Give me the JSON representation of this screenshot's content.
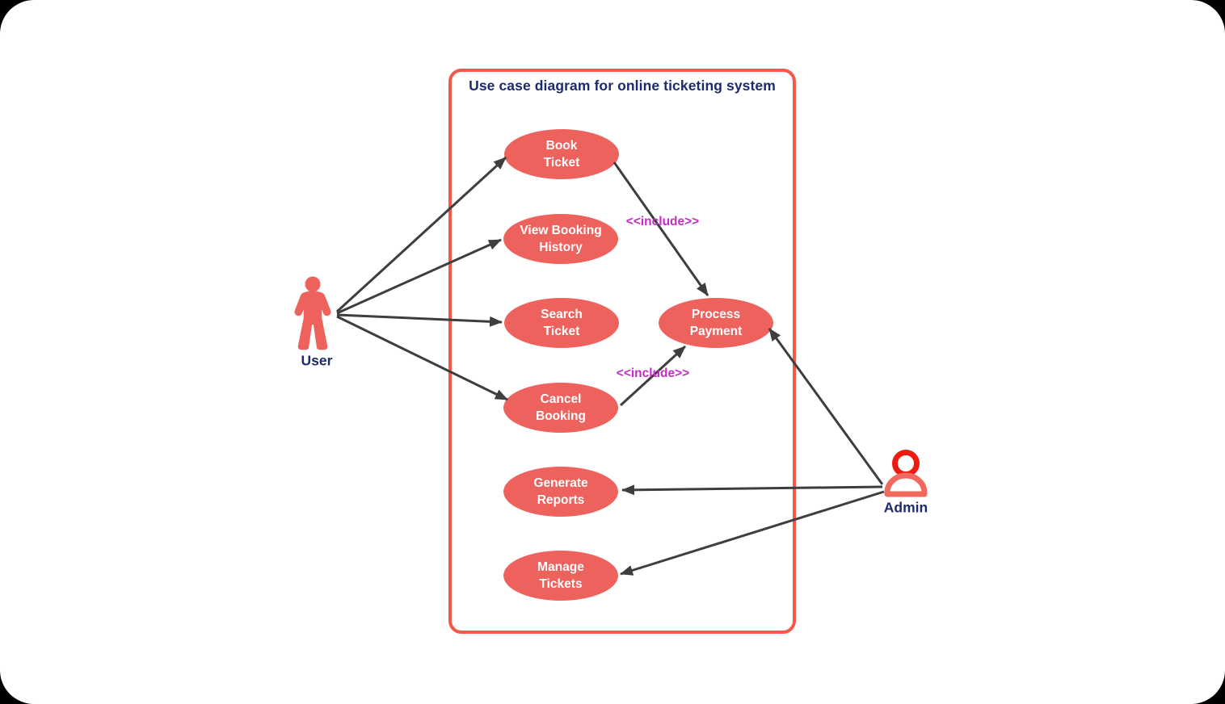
{
  "diagram": {
    "title": "Use case diagram for online ticketing system",
    "usecases": {
      "book_ticket": {
        "label": "Book\nTicket"
      },
      "view_booking_history": {
        "label": "View Booking\nHistory"
      },
      "search_ticket": {
        "label": "Search\nTicket"
      },
      "cancel_booking": {
        "label": "Cancel\nBooking"
      },
      "process_payment": {
        "label": "Process\nPayment"
      },
      "generate_reports": {
        "label": "Generate\nReports"
      },
      "manage_tickets": {
        "label": "Manage\nTickets"
      }
    },
    "actors": {
      "user": {
        "label": "User"
      },
      "admin": {
        "label": "Admin"
      }
    },
    "relationships": {
      "include_stereotype": "<<include>>"
    },
    "colors": {
      "usecase_fill": "#ee625d",
      "boundary_border": "#f4584a",
      "title_text": "#1c2b6d",
      "include_text": "#c32dc3",
      "edge_stroke": "#3e3e3e",
      "admin_head": "#ee1c10",
      "admin_body": "#f0685e",
      "user_fill": "#ee625d"
    }
  }
}
